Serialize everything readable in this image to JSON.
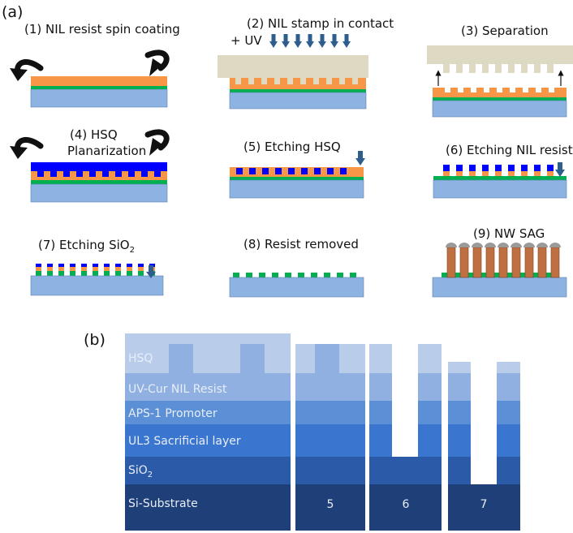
{
  "panel_a": {
    "label": "(a)",
    "steps": [
      {
        "text": "(1) NIL resist spin coating"
      },
      {
        "text": "(2) NIL stamp in contact"
      },
      {
        "text": "+ UV"
      },
      {
        "text": "(3) Separation"
      },
      {
        "text": "(4) HSQ"
      },
      {
        "text": "Planarization"
      },
      {
        "text": "(5) Etching HSQ"
      },
      {
        "text": "(6) Etching NIL resist"
      },
      {
        "text": "(7) Etching SiO",
        "sub": "2"
      },
      {
        "text": "(8) Resist removed"
      },
      {
        "text": "(9) NW SAG"
      }
    ]
  },
  "panel_b": {
    "label": "(b)",
    "layers": [
      "HSQ",
      "UV-Cur NIL Resist",
      "APS-1 Promoter",
      "UL3 Sacrificial layer",
      "SiO",
      "Si-Substrate"
    ],
    "sio2_sub": "2",
    "step_numbers": [
      "5",
      "6",
      "7"
    ]
  },
  "colors": {
    "substrate": "#8DB3E2",
    "oxide": "#00B050",
    "nil_resist": "#F79646",
    "stamp": "#DDD9C3",
    "hsq": "#0000FF",
    "nanowire": "#C07040",
    "arrow": "#2E5E8E",
    "b_hsq": "#B9CDEA",
    "b_nil": "#8FB0E0",
    "b_aps": "#5B8FD6",
    "b_ul3": "#3A76CF",
    "b_sio2": "#2A5AA8",
    "b_si": "#1F3F78"
  }
}
